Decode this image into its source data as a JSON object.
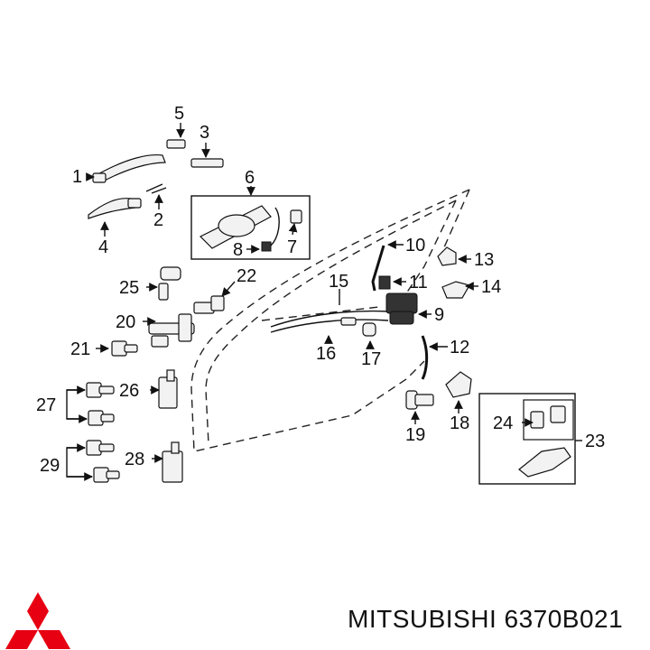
{
  "brand": {
    "name": "MITSUBISHI",
    "part_number": "6370B021",
    "logo_color": "#e60012"
  },
  "callouts": {
    "c1": "1",
    "c2": "2",
    "c3": "3",
    "c4": "4",
    "c5": "5",
    "c6": "6",
    "c7": "7",
    "c8": "8",
    "c9": "9",
    "c10": "10",
    "c11": "11",
    "c12": "12",
    "c13": "13",
    "c14": "14",
    "c15": "15",
    "c16": "16",
    "c17": "17",
    "c18": "18",
    "c19": "19",
    "c20": "20",
    "c21": "21",
    "c22": "22",
    "c23": "23",
    "c24": "24",
    "c25": "25",
    "c26": "26",
    "c27": "27",
    "c28": "28",
    "c29": "29"
  }
}
